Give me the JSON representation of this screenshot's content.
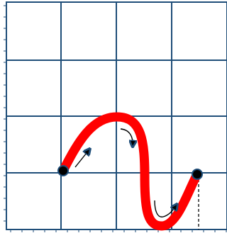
{
  "colors": {
    "grid": "#1f4e79",
    "curve": "#ff0000",
    "point": "#000000",
    "arrow": "#000000",
    "dashed_line": "#000000",
    "ticks": "#1f4e79"
  },
  "diagram": {
    "grid_cells": {
      "columns": 4,
      "rows": 4
    },
    "curve_style": "thick red S-curve with two endpoint dots",
    "direction_arrows": 3,
    "dashed_drop_line": true
  }
}
